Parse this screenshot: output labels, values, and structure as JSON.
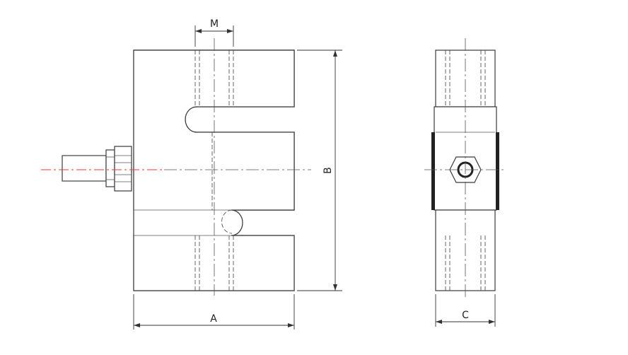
{
  "dimensions": {
    "width_label": "A",
    "height_label": "B",
    "thickness_label": "C",
    "thread_label": "M"
  },
  "colors": {
    "line": "#3a3a3a",
    "centerline_cable": "#ff3030",
    "background": "#ffffff"
  }
}
